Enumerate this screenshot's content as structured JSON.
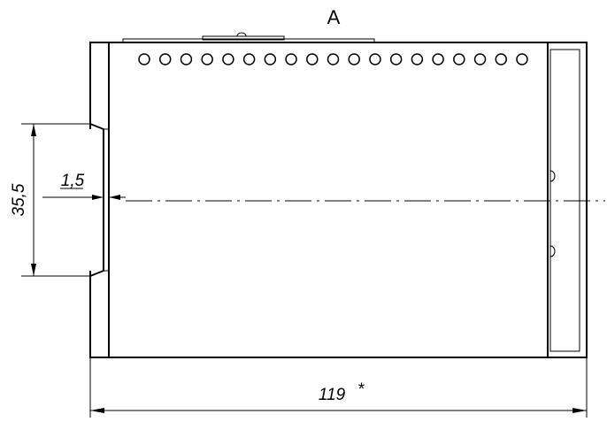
{
  "view_label": "A",
  "dimensions": {
    "width_label": "119",
    "width_mark": "*",
    "height_label": "35,5",
    "gap_label": "1,5"
  },
  "terminal_count": 19,
  "colors": {
    "line": "#000000",
    "background": "#ffffff"
  }
}
